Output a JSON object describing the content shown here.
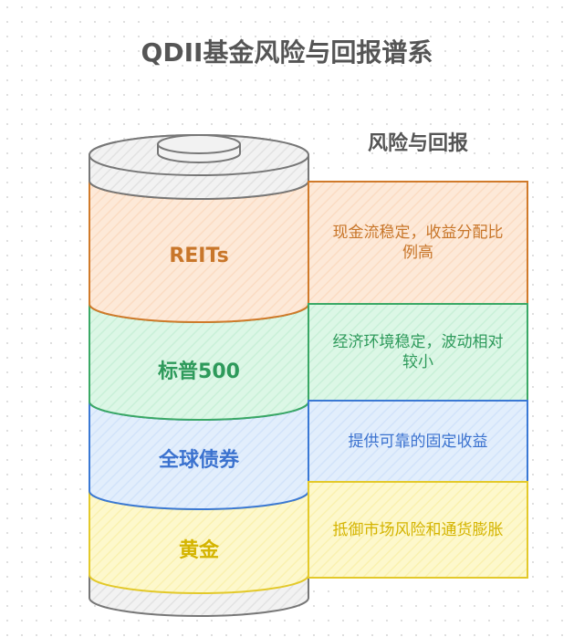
{
  "title": "QDII基金风险与回报谱系",
  "subtitle": "风险与回报",
  "layers": [
    {
      "name": "REITs",
      "description": "现金流稳定，收益分配比例高",
      "stroke": "#d07a2a",
      "fill": "#fde9d8",
      "text": "#c8762a"
    },
    {
      "name": "标普500",
      "description": "经济环境稳定，波动相对较小",
      "stroke": "#3aa865",
      "fill": "#dcf7e6",
      "text": "#2e9a5b"
    },
    {
      "name": "全球债券",
      "description": "提供可靠的固定收益",
      "stroke": "#3a78d4",
      "fill": "#e2eefc",
      "text": "#3b72cf"
    },
    {
      "name": "黄金",
      "description": "抵御市场风险和通货膨胀",
      "stroke": "#e3c92a",
      "fill": "#fdf8cc",
      "text": "#d4b400"
    }
  ],
  "container": {
    "stroke": "#777777",
    "fill": "#f2f2f2"
  }
}
